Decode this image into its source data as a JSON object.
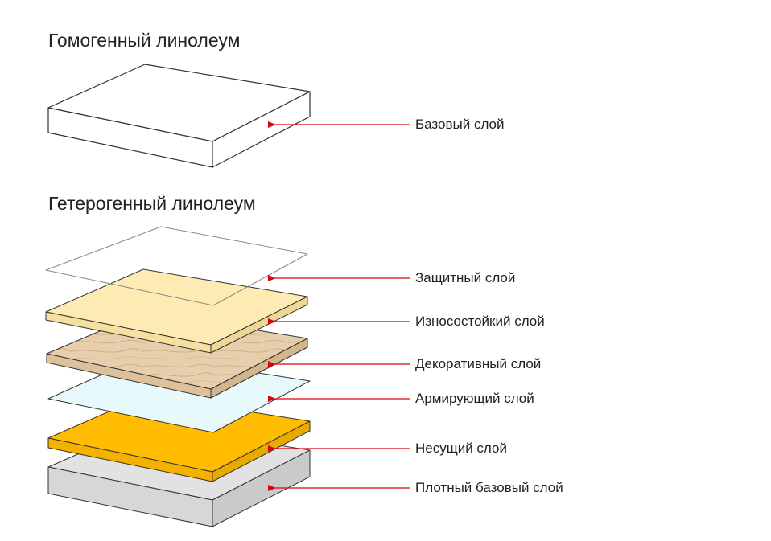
{
  "homogeneous": {
    "title": "Гомогенный линолеум",
    "layers": [
      {
        "label": "Базовый слой"
      }
    ]
  },
  "heterogeneous": {
    "title": "Гетерогенный линолеум",
    "layers": [
      {
        "label": "Защитный слой"
      },
      {
        "label": "Износостойкий слой"
      },
      {
        "label": "Декоративный слой"
      },
      {
        "label": "Армирующий слой"
      },
      {
        "label": "Несущий слой"
      },
      {
        "label": "Плотный базовый слой"
      }
    ]
  },
  "colors": {
    "outline": "#333333",
    "arrow": "#e0000d",
    "base": "#ffffff",
    "protective": "#ffffff",
    "wear": "#fdebb3",
    "decorative": "#e7cfae",
    "reinforcing": "#e8f9fb",
    "carrier": "#ffbc00",
    "dense": "#d7d7d7"
  }
}
